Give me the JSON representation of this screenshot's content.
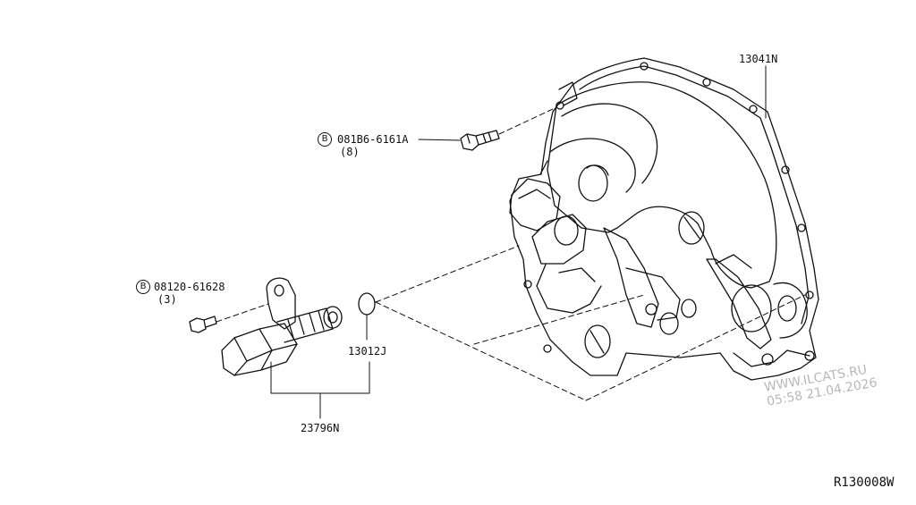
{
  "parts": [
    {
      "id": "cover",
      "number": "13041N"
    },
    {
      "id": "bolt_upper",
      "number": "081B6-6161A",
      "qty": "(8)",
      "prefix": "B"
    },
    {
      "id": "bolt_lower",
      "number": "08120-61628",
      "qty": "(3)",
      "prefix": "B"
    },
    {
      "id": "oring",
      "number": "13012J"
    },
    {
      "id": "valve",
      "number": "23796N"
    }
  ],
  "diagram_code": "R130008W",
  "watermark": {
    "line1": "WWW.ILCATS.RU",
    "line2": "05:58 21.04.2026"
  },
  "colors": {
    "ink": "#111111",
    "watermark": "#b8b8b8",
    "background": "#ffffff"
  }
}
